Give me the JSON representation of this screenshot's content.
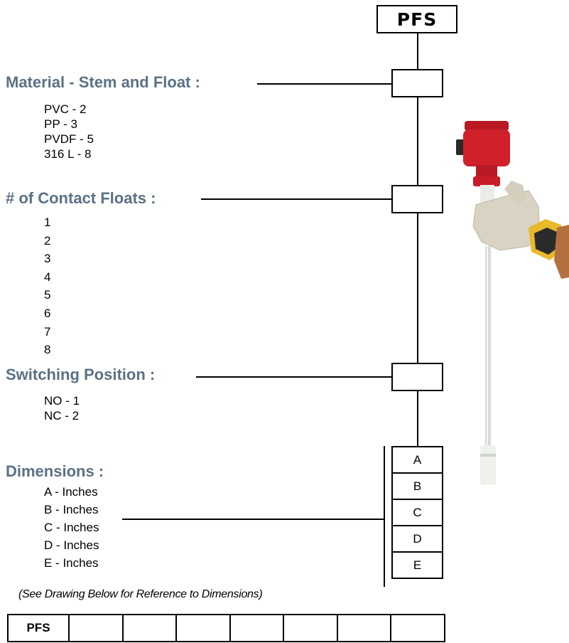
{
  "header": {
    "code": "PFS"
  },
  "sections": {
    "material": {
      "heading": "Material - Stem and Float :",
      "options": [
        "PVC - 2",
        "PP - 3",
        "PVDF - 5",
        "316 L - 8"
      ]
    },
    "contact_floats": {
      "heading": "# of Contact Floats :",
      "options": [
        "1",
        "2",
        "3",
        "4",
        "5",
        "6",
        "7",
        "8"
      ]
    },
    "switching": {
      "heading": "Switching Position :",
      "options": [
        "NO - 1",
        "NC - 2"
      ]
    },
    "dimensions": {
      "heading": "Dimensions :",
      "options": [
        "A - Inches",
        "B - Inches",
        "C - Inches",
        "D - Inches",
        "E - Inches"
      ],
      "cells": [
        "A",
        "B",
        "C",
        "D",
        "E"
      ]
    }
  },
  "note": "(See Drawing Below for Reference to Dimensions)",
  "code_row": {
    "prefix": "PFS",
    "cells": [
      "",
      "",
      "",
      "",
      "",
      "",
      ""
    ]
  },
  "colors": {
    "heading": "#5b7186",
    "housing": "#d0202a",
    "glove": "#d9d3c3",
    "cuff": "#e8b92a"
  }
}
